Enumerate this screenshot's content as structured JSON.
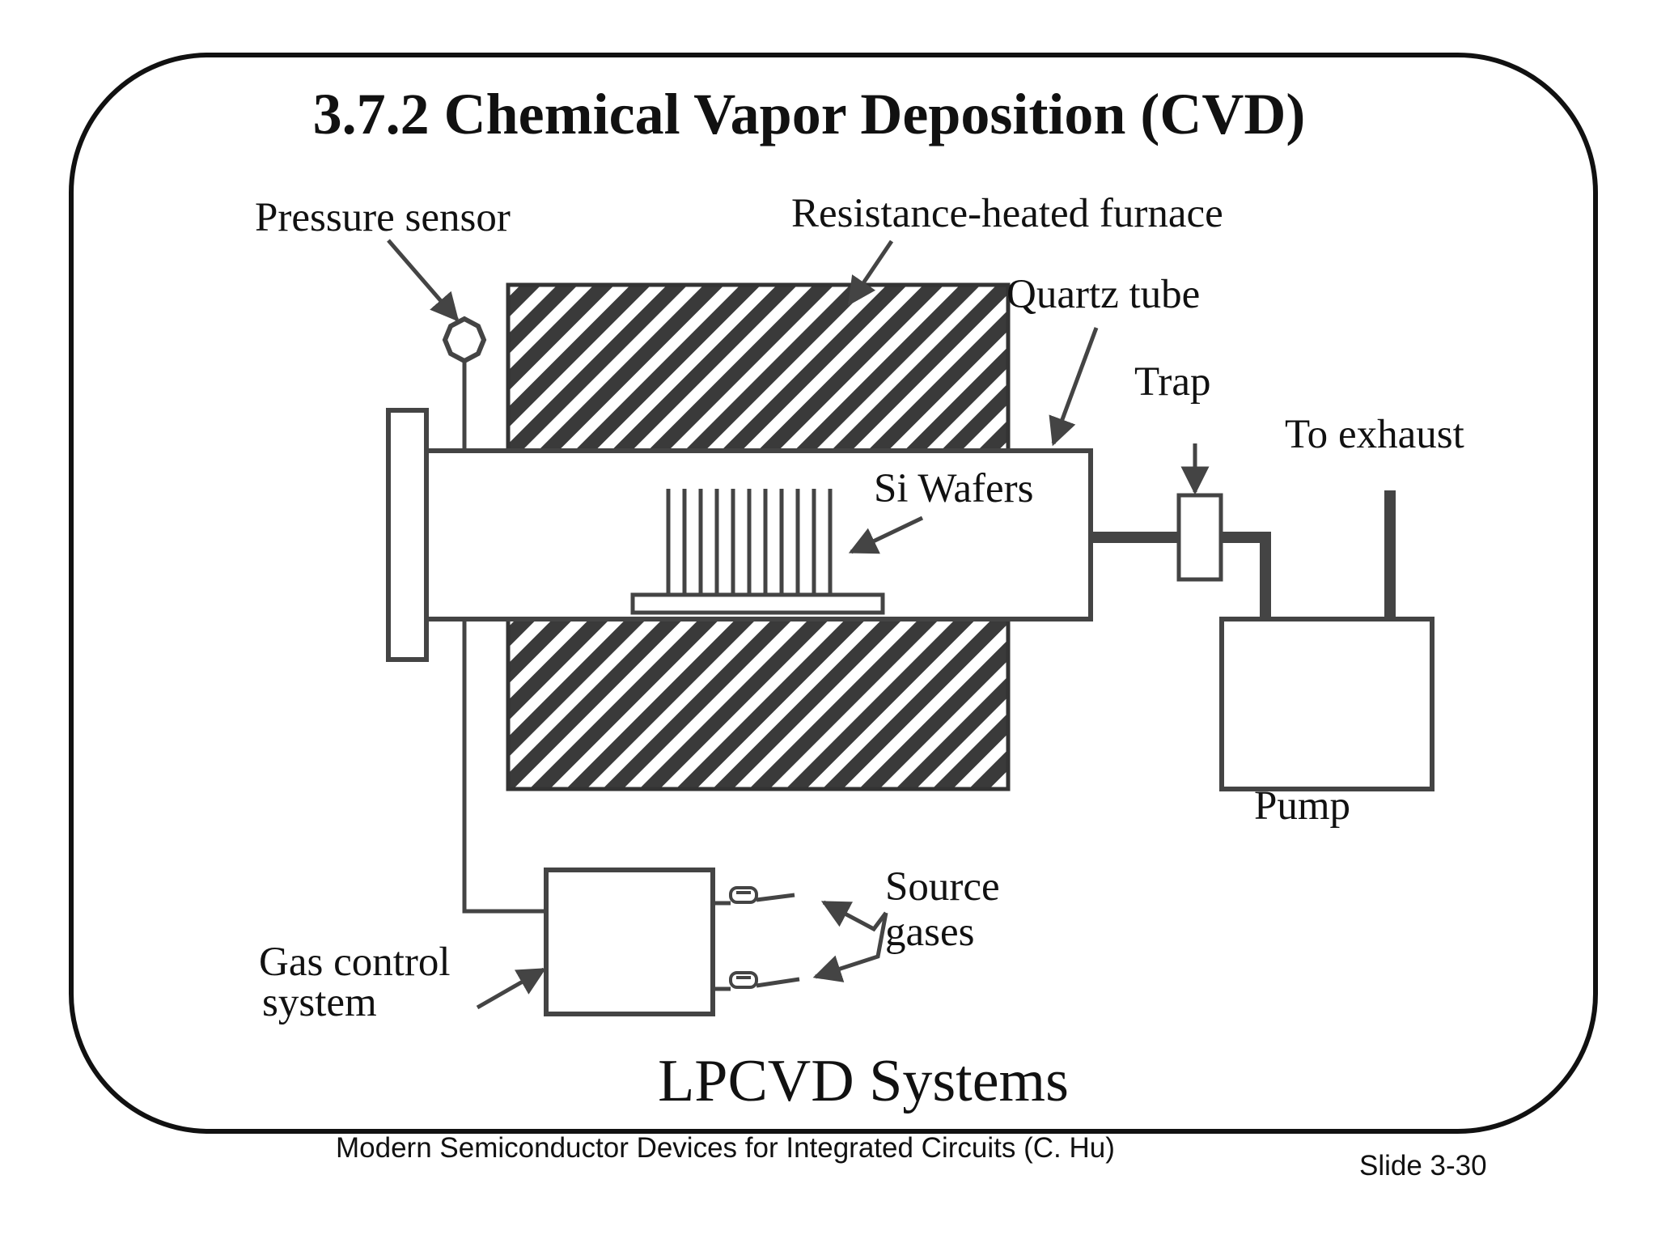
{
  "slide": {
    "title": "3.7.2  Chemical Vapor Deposition (CVD)",
    "caption": "LPCVD Systems",
    "footer": "Modern Semiconductor Devices for Integrated Circuits (C. Hu)",
    "slide_number": "Slide 3-30"
  },
  "labels": {
    "pressure_sensor": "Pressure sensor",
    "furnace": "Resistance-heated furnace",
    "quartz_tube": "Quartz tube",
    "trap": "Trap",
    "to_exhaust_1": "To",
    "to_exhaust_2": "exhaust",
    "si_wafers": "Si Wafers",
    "pump": "Pump",
    "source_gases_1": "Source",
    "source_gases_2": "gases",
    "gas_control_1": "Gas control",
    "gas_control_2": "system"
  },
  "colors": {
    "ink": "#444444",
    "text": "#111111",
    "background": "#ffffff"
  }
}
